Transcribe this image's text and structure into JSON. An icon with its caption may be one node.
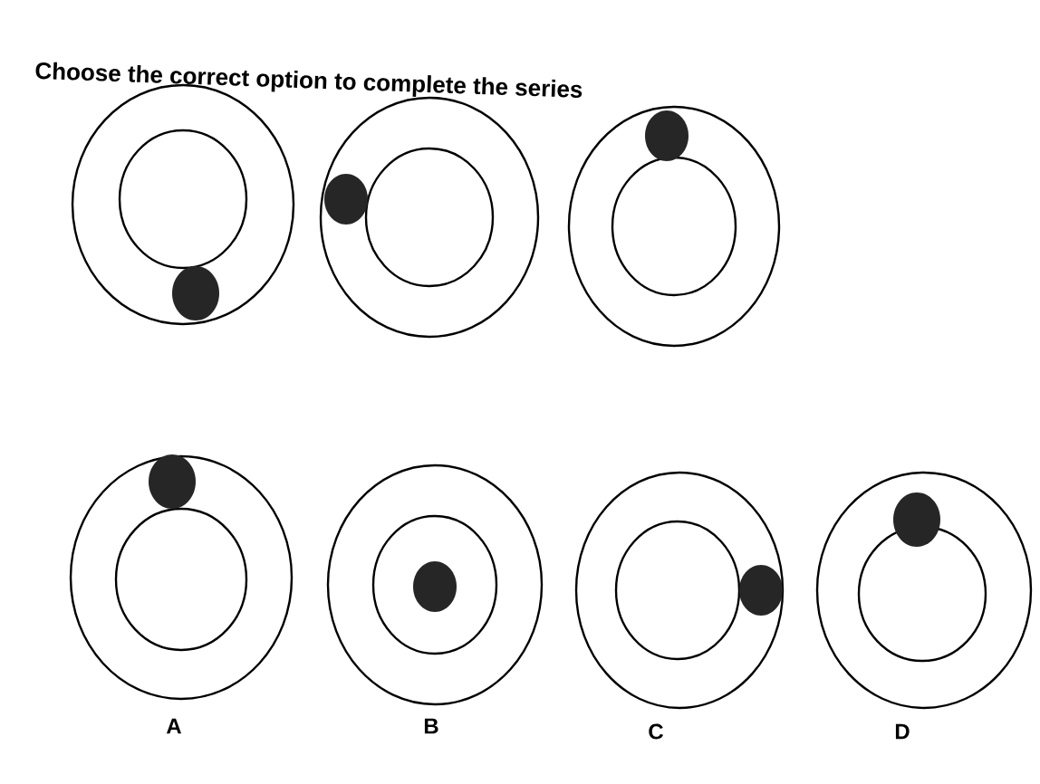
{
  "diagram": {
    "title": "Choose the correct option to complete the series",
    "labels": [
      "A",
      "B",
      "C",
      "D"
    ]
  }
}
